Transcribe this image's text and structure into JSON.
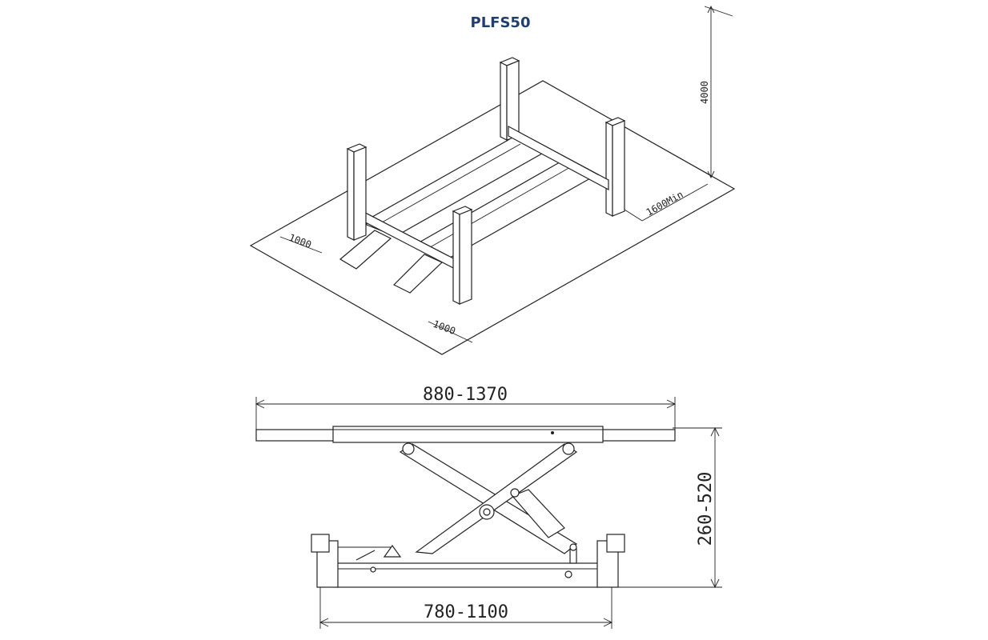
{
  "title": "PLFS50",
  "colors": {
    "title": "#1f3f6e",
    "line": "#222222"
  },
  "top_view": {
    "height_dim": "4000",
    "side_dim": "1600Min",
    "left_dim": "1000",
    "front_dim": "1000"
  },
  "side_view": {
    "top_width_dim": "880-1370",
    "bottom_width_dim": "780-1100",
    "height_dim": "260-520"
  }
}
